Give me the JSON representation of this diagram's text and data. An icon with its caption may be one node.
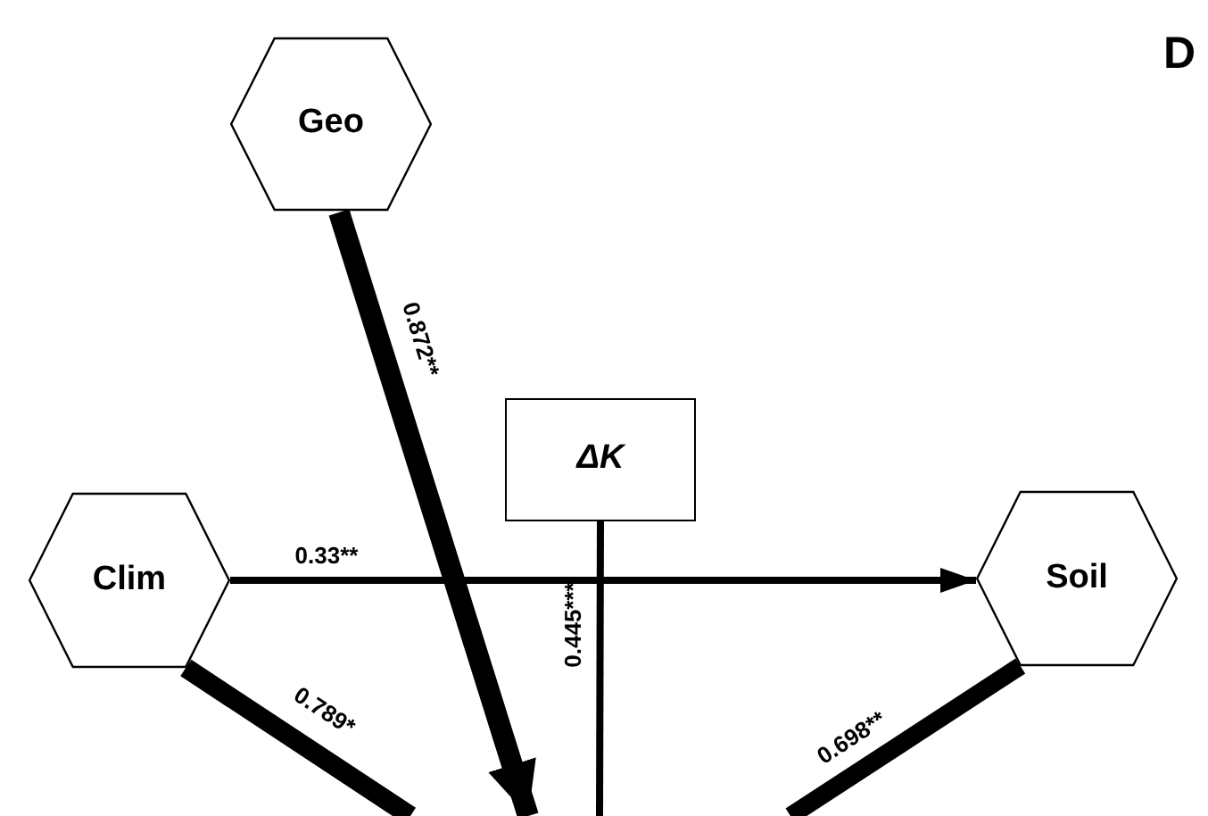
{
  "diagram": {
    "nodes": [
      {
        "text": [
          "Geo"
        ]
      },
      {
        "text": [
          "ΔK"
        ]
      },
      {
        "text": [
          "Clim"
        ]
      },
      {
        "text": [
          "Soil"
        ]
      }
    ],
    "edges": [
      {
        "from": 0,
        "to": null,
        "arrow": "to",
        "label": "0.872**"
      },
      {
        "from": 2,
        "to": 3,
        "arrow": "to",
        "label": "0.33**"
      },
      {
        "from": 1,
        "to": null,
        "arrow": "none",
        "label": "0.445***"
      },
      {
        "from": 2,
        "to": null,
        "arrow": "none",
        "label": "0.789*"
      },
      {
        "from": 3,
        "to": null,
        "arrow": "none",
        "label": "0.698**"
      }
    ],
    "labels": [
      "D"
    ]
  }
}
